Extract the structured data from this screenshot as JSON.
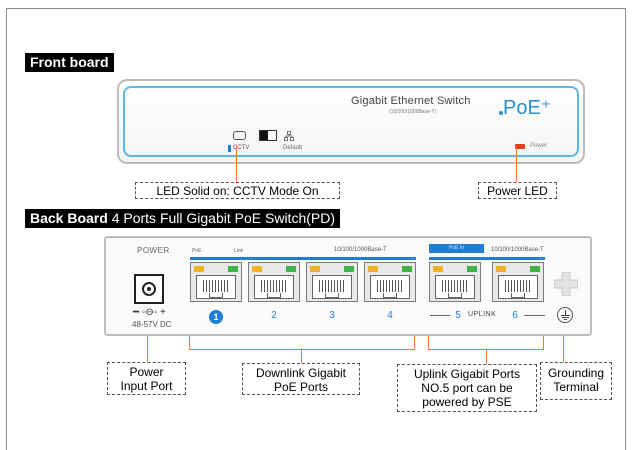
{
  "front": {
    "section_label": "Front board",
    "brand_text": "Gigabit Ethernet Switch",
    "sub_text": "(10/100/1000Base-T)",
    "poe_logo": "PoE⁺",
    "cctv_label": "CCTV",
    "default_label": "Default",
    "power_label": "Power",
    "callout_led": "LED Solid on: CCTV Mode On",
    "callout_power": "Power LED"
  },
  "back": {
    "section_label_bold": "Back Board",
    "section_label_rest": " 4 Ports Full Gigabit PoE Switch(PD)",
    "power_label": "POWER",
    "poe_label": "PoE",
    "link_label": "Link",
    "speed_label": "10/100/1000Base-T",
    "uplink_bar_label": "PoE In",
    "speed_label_2": "10/100/1000Base-T",
    "dc_symbol": "━ ◦⊖◦ +",
    "dc_voltage": "48-57V DC",
    "port_numbers": [
      "1",
      "2",
      "3",
      "4"
    ],
    "uplink_numbers": [
      "5",
      "6"
    ],
    "uplink_text": "UPLINK",
    "callouts": {
      "power_input": [
        "Power",
        "Input Port"
      ],
      "downlink": [
        "Downlink Gigabit",
        "PoE Ports"
      ],
      "uplink": [
        "Uplink Gigabit Ports",
        "NO.5 port can be",
        "powered by PSE"
      ],
      "grounding": [
        "Grounding",
        "Terminal"
      ]
    }
  },
  "colors": {
    "accent_blue": "#1f7fd6",
    "callout_orange": "#f07a33",
    "led_yellow": "#f0b323",
    "led_green": "#3bb54a",
    "power_led_red": "#e63b1a"
  }
}
